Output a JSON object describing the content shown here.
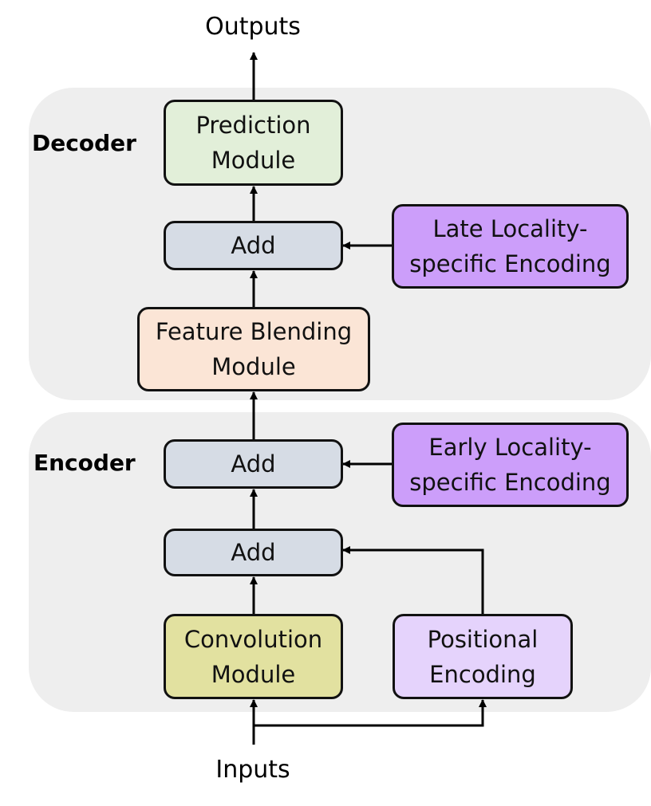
{
  "title": "",
  "outputs_label": "Outputs",
  "inputs_label": "Inputs",
  "decoder": {
    "label": "Decoder",
    "prediction": {
      "line1": "Prediction",
      "line2": "Module"
    },
    "add": "Add",
    "late_encoding": {
      "line1": "Late Locality-",
      "line2": "specific Encoding"
    },
    "feature_blending": {
      "line1": "Feature Blending",
      "line2": "Module"
    }
  },
  "encoder": {
    "label": "Encoder",
    "add_upper": "Add",
    "early_encoding": {
      "line1": "Early Locality-",
      "line2": "specific Encoding"
    },
    "add_lower": "Add",
    "convolution": {
      "line1": "Convolution",
      "line2": "Module"
    },
    "positional": {
      "line1": "Positional",
      "line2": "Encoding"
    }
  },
  "colors": {
    "panel": "#eeeeee",
    "prediction": "#e2efd9",
    "add": "#d6dce5",
    "late_encoding": "#cc9efa",
    "feature_blending": "#fbe5d6",
    "early_encoding": "#cc9efa",
    "convolution": "#e2e1a0",
    "positional": "#e5d3fc",
    "line": "#000000"
  }
}
